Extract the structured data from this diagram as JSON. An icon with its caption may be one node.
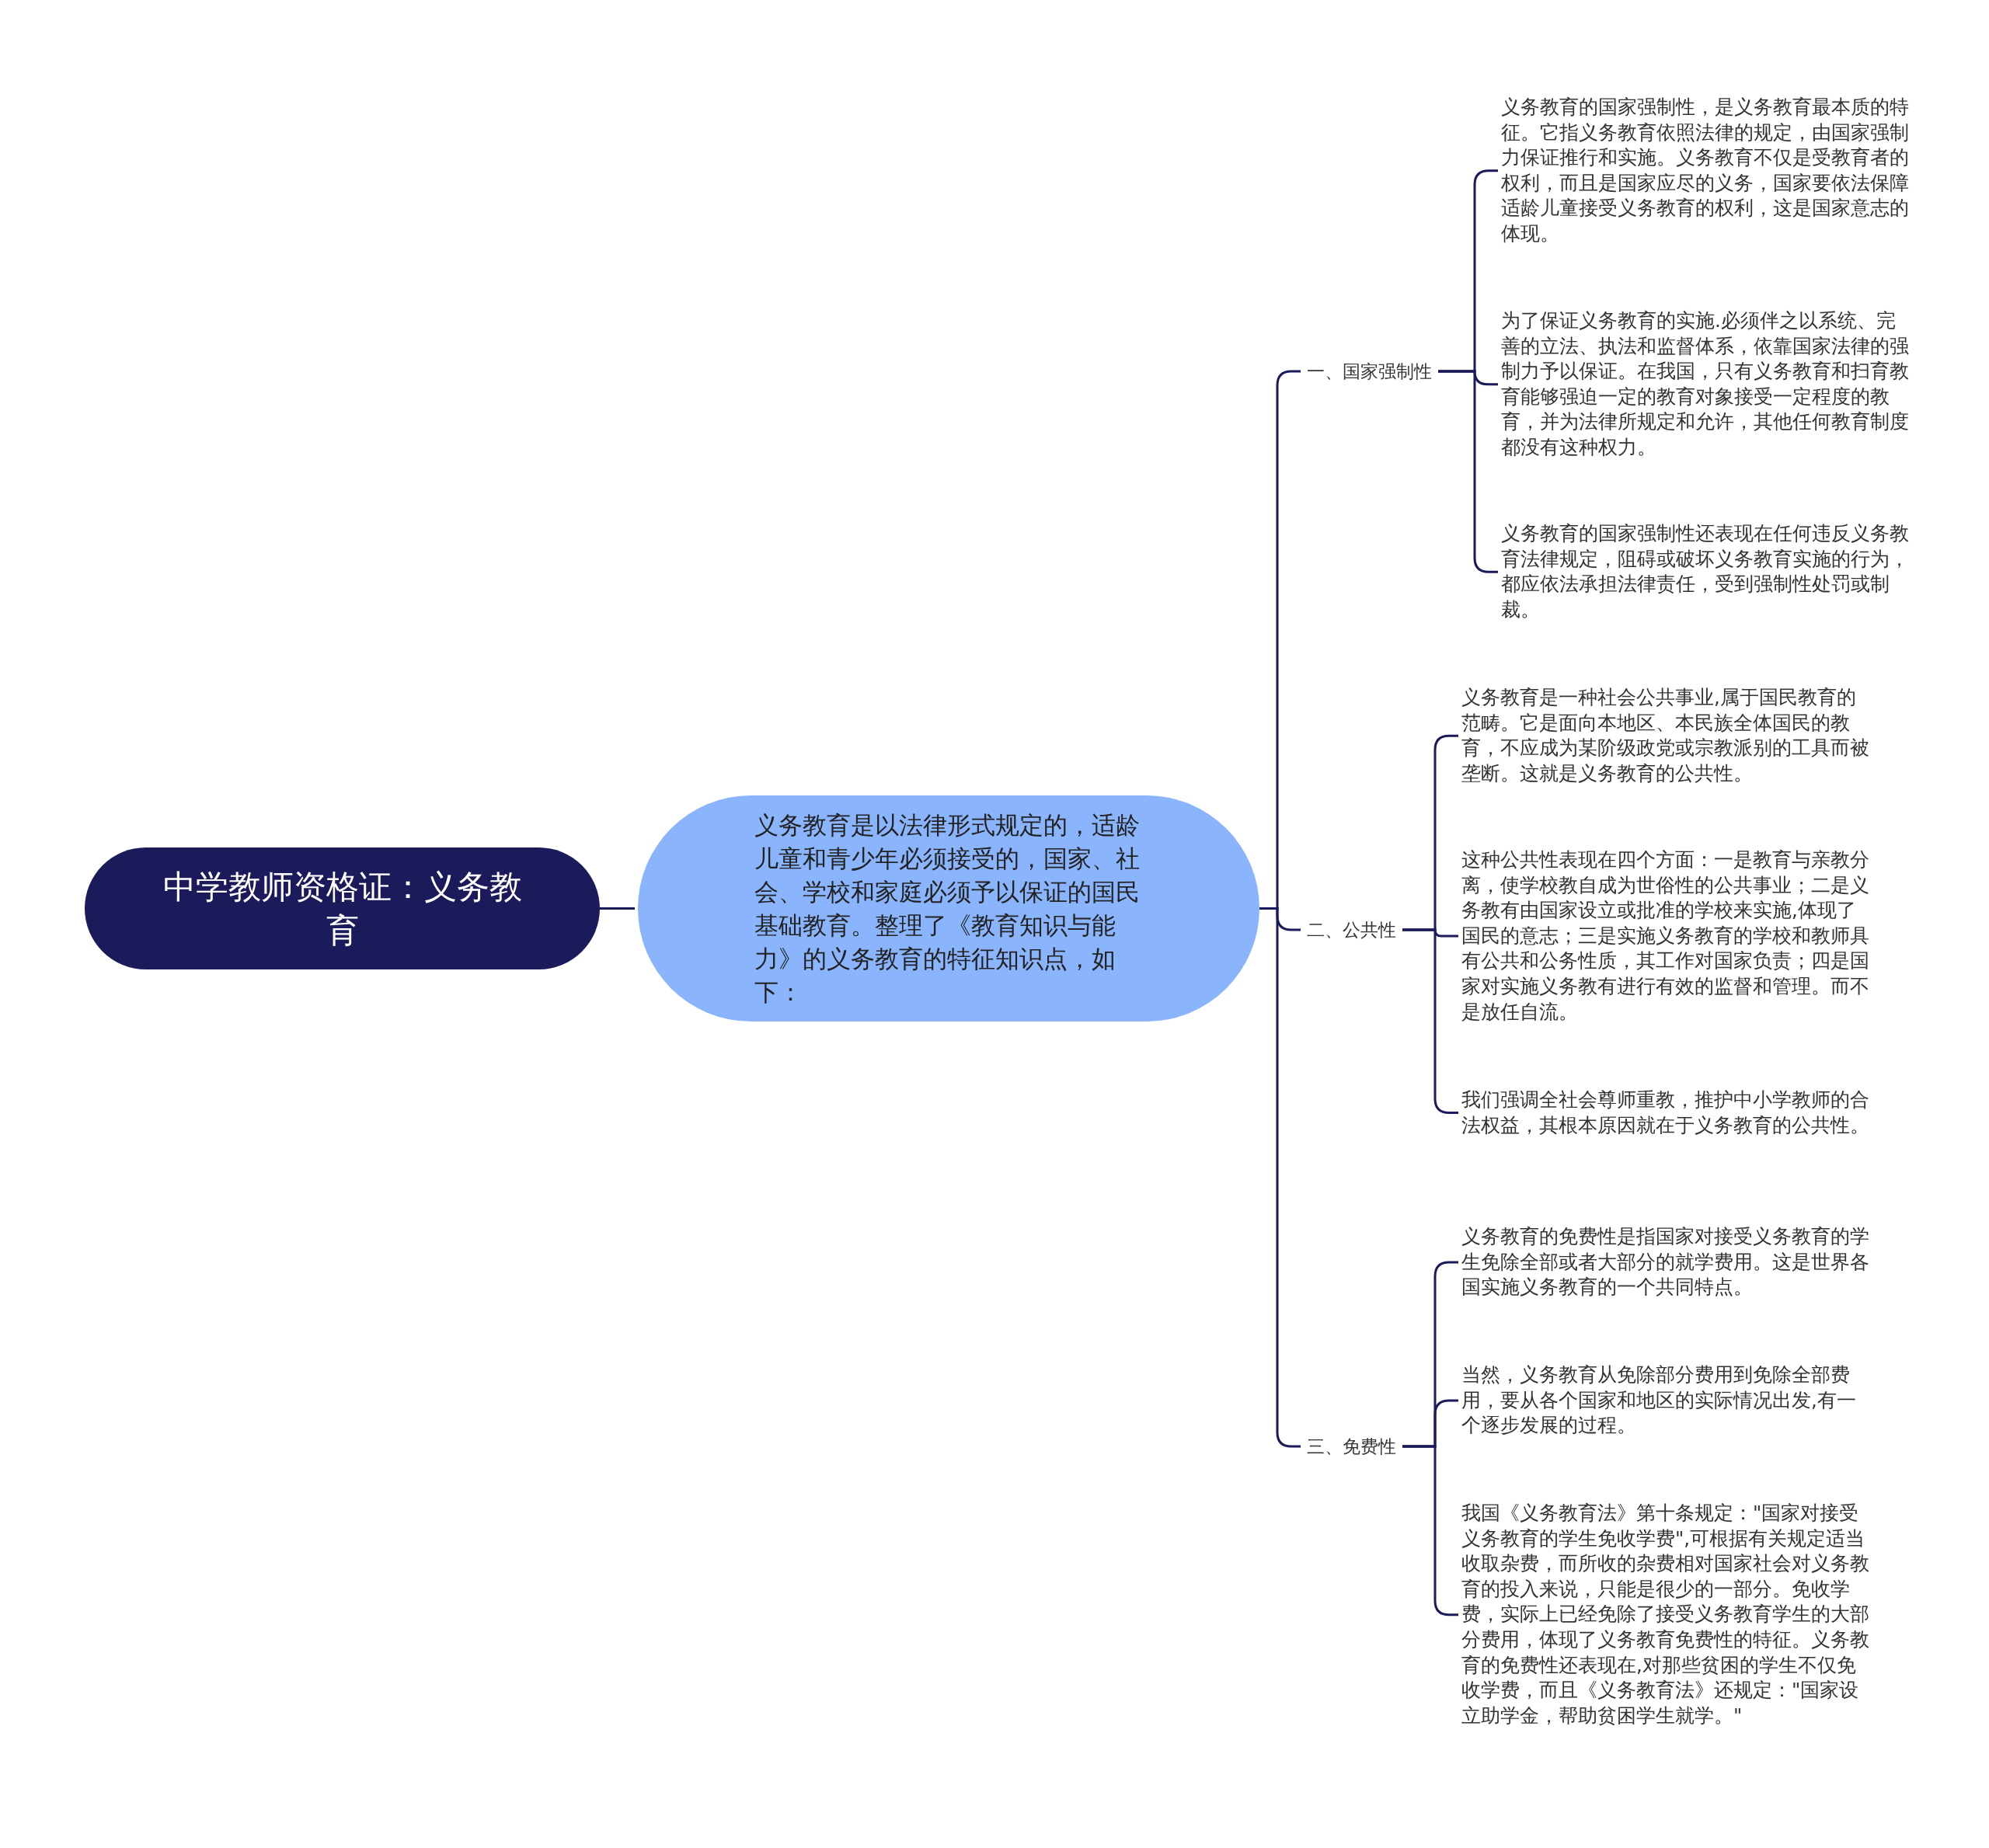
{
  "diagram": {
    "nodes": [
      {
        "text": [
          "中学教师资格证：义务教育"
        ]
      },
      {
        "text": [
          "义务教育是以法律形式规定的，适龄儿童和青少年必须接受的，国家、社会、学校和家庭必须予以保证的国民基础教育。整理了《教育知识与能力》的义务教育的特征知识点，如下："
        ]
      },
      {
        "text": [
          "一、国家强制性"
        ]
      },
      {
        "text": [
          "义务教育的国家强制性，是义务教育最本质的特征。它指义务教育依照法律的规定，由国家强制力保证推行和实施。义务教育不仅是受教育者的权利，而且是国家应尽的义务，国家要依法保障适龄儿童接受义务教育的权利，这是国家意志的体现。"
        ]
      },
      {
        "text": [
          "为了保证义务教育的实施.必须伴之以系统、完善的立法、执法和监督体系，依靠国家法律的强制力予以保证。在我国，只有义务教育和扫育教育能够强迫一定的教育对象接受一定程度的教育，并为法律所规定和允许，其他任何教育制度都没有这种权力。"
        ]
      },
      {
        "text": [
          "义务教育的国家强制性还表现在任何违反义务教育法律规定，阻碍或破坏义务教育实施的行为，都应依法承担法律责任，受到强制性处罚或制裁。"
        ]
      },
      {
        "text": [
          "二、公共性"
        ]
      },
      {
        "text": [
          "义务教育是一种社会公共事业,属于国民教育的范畴。它是面向本地区、本民族全体国民的教育，不应成为某阶级政党或宗教派别的工具而被垄断。这就是义务教育的公共性。"
        ]
      },
      {
        "text": [
          "这种公共性表现在四个方面：一是教育与亲教分离，使学校教自成为世俗性的公共事业；二是义务教有由国家设立或批准的学校来实施,体现了国民的意志；三是实施义务教育的学校和教师具有公共和公务性质，其工作对国家负责；四是国家对实施义务教有进行有效的监督和管理。而不是放任自流。"
        ]
      },
      {
        "text": [
          "我们强调全社会尊师重教，推护中小学教师的合法权益，其根本原因就在于义务教育的公共性。"
        ]
      },
      {
        "text": [
          "三、免费性"
        ]
      },
      {
        "text": [
          "义务教育的免费性是指国家对接受义务教育的学生免除全部或者大部分的就学费用。这是世界各国实施义务教育的一个共同特点。"
        ]
      },
      {
        "text": [
          "当然，义务教育从免除部分费用到免除全部费用，要从各个国家和地区的实际情况出发,有一个逐步发展的过程。"
        ]
      },
      {
        "text": [
          "我国《义务教育法》第十条规定：\"国家对接受义务教育的学生免收学费\",可根据有关规定适当收取杂费，而所收的杂费相对国家社会对义务教育的投入来说，只能是很少的一部分。免收学费，实际上已经免除了接受义务教育学生的大部分费用，体现了义务教育免费性的特征。义务教育的免费性还表现在,对那些贫困的学生不仅免收学费，而且《义务教育法》还规定：\"国家设立助学金，帮助贫困学生就学。\""
        ]
      }
    ],
    "edges": [
      {
        "from": 0,
        "to": 1,
        "arrow": "none"
      },
      {
        "from": 1,
        "to": 2,
        "arrow": "none"
      },
      {
        "from": 1,
        "to": 6,
        "arrow": "none"
      },
      {
        "from": 1,
        "to": 10,
        "arrow": "none"
      },
      {
        "from": 2,
        "to": 3,
        "arrow": "none"
      },
      {
        "from": 2,
        "to": 4,
        "arrow": "none"
      },
      {
        "from": 2,
        "to": 5,
        "arrow": "none"
      },
      {
        "from": 6,
        "to": 7,
        "arrow": "none"
      },
      {
        "from": 6,
        "to": 8,
        "arrow": "none"
      },
      {
        "from": 6,
        "to": 9,
        "arrow": "none"
      },
      {
        "from": 10,
        "to": 11,
        "arrow": "none"
      },
      {
        "from": 10,
        "to": 12,
        "arrow": "none"
      },
      {
        "from": 10,
        "to": 13,
        "arrow": "none"
      }
    ]
  }
}
